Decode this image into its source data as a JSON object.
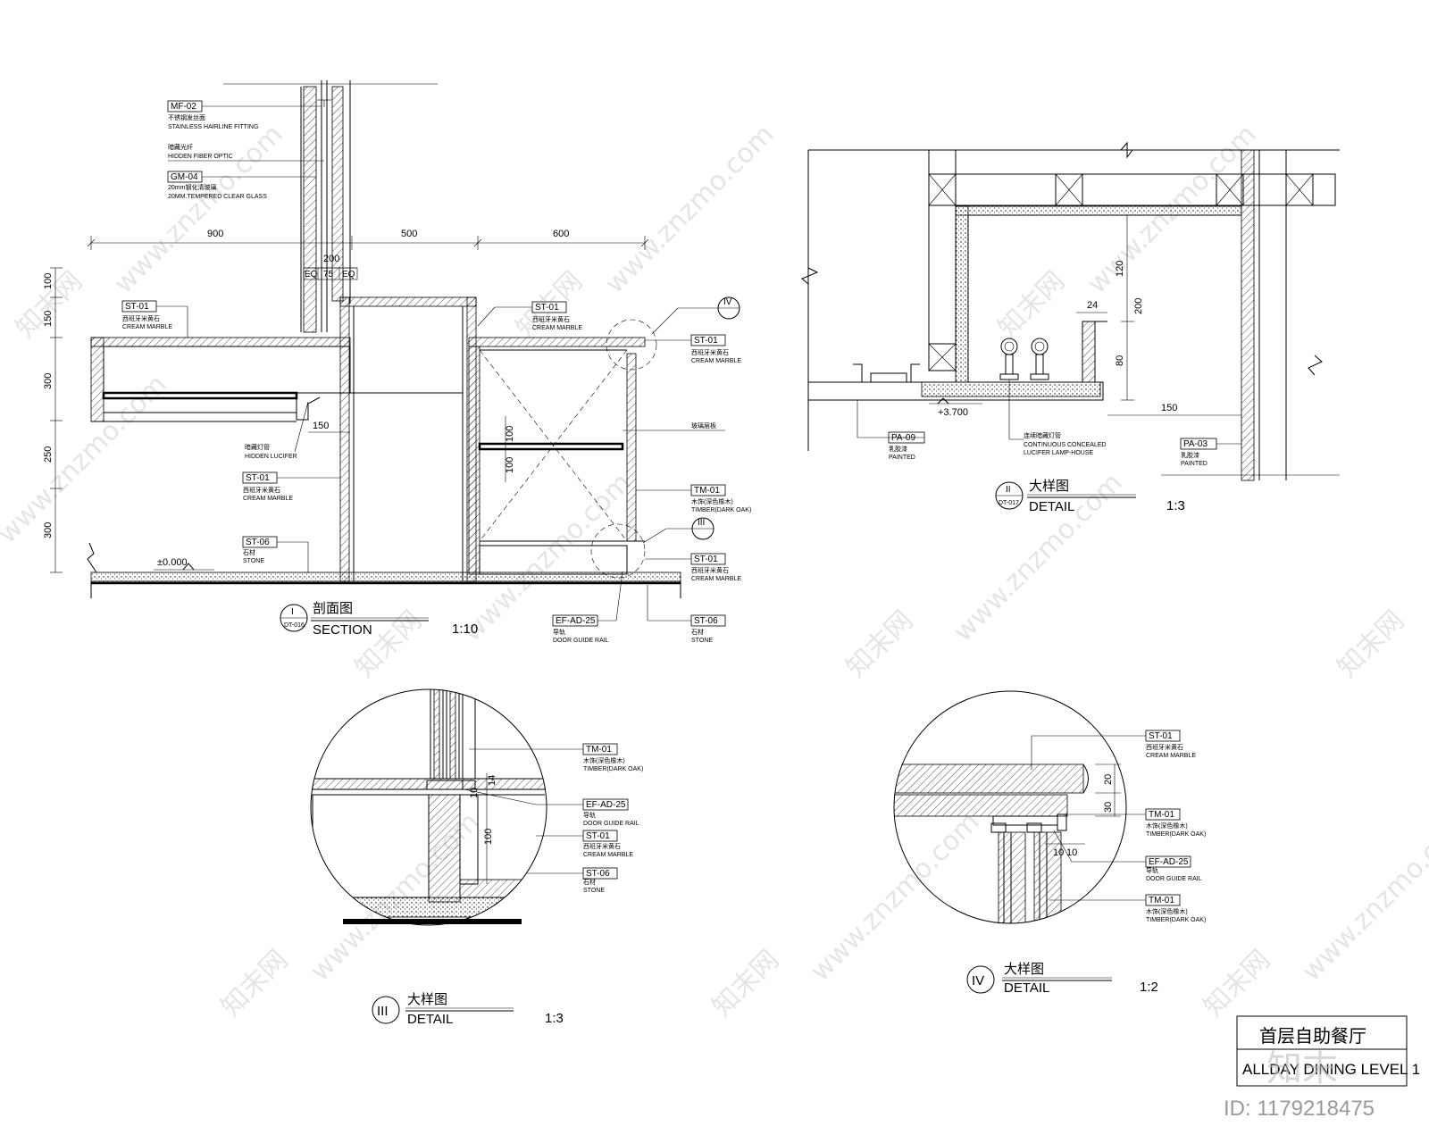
{
  "title_block": {
    "cn": "首层自助餐厅",
    "en": "ALLDAY DINING LEVEL 1"
  },
  "footer_id": "ID: 1179218475",
  "watermark": {
    "url": "www.znzmo.com",
    "cn": "知末网",
    "logo": "知末"
  },
  "drawings": {
    "section": {
      "num": "I",
      "ref": "DT-016",
      "cn": "剖面图",
      "en": "SECTION",
      "scale": "1:10"
    },
    "detail2": {
      "num": "II",
      "ref": "DT-017",
      "cn": "大样图",
      "en": "DETAIL",
      "scale": "1:3"
    },
    "detail3": {
      "num": "III",
      "cn": "大样图",
      "en": "DETAIL",
      "scale": "1:3"
    },
    "detail4": {
      "num": "IV",
      "cn": "大样图",
      "en": "DETAIL",
      "scale": "1:2"
    }
  },
  "callouts": {
    "iv": "IV",
    "iii": "III"
  },
  "dims": {
    "top": [
      "900",
      "500",
      "600"
    ],
    "gap": "200",
    "eq": [
      "EQ",
      "75",
      "EQ"
    ],
    "left": [
      "100",
      "150",
      "300",
      "250",
      "300"
    ],
    "lucifer": "150",
    "shelf": [
      "100",
      "100"
    ],
    "d2_top": [
      "120",
      "200",
      "80"
    ],
    "d2_w": "24",
    "d2_bottom": "150",
    "d3": [
      "14",
      "10",
      "100"
    ],
    "d4": [
      "20",
      "30",
      "10",
      "10"
    ]
  },
  "levels": {
    "floor": "±0.000",
    "ceiling": "+3.700"
  },
  "tags": {
    "mf02": {
      "code": "MF-02",
      "cn": "不锈钢发丝面",
      "en": "STAINLESS HAIRLINE FITTING"
    },
    "fiber": {
      "cn": "暗藏光纤",
      "en": "HIDDEN FIBER OPTIC"
    },
    "gm04": {
      "code": "GM-04",
      "cn": "20mm钢化清玻璃",
      "en": "20MM.TEMPERED CLEAR GLASS"
    },
    "st01": {
      "code": "ST-01",
      "cn": "西班牙米黄石",
      "en": "CREAM MARBLE"
    },
    "lucifer": {
      "cn": "暗藏灯管",
      "en": "HIDDEN LUCIFER"
    },
    "st06": {
      "code": "ST-06",
      "cn": "石材",
      "en": "STONE"
    },
    "tm01": {
      "code": "TM-01",
      "cn": "木饰(深色橡木)",
      "en": "TIMBER(DARK OAK)"
    },
    "ef": {
      "code": "EF-AD-25",
      "cn": "导轨",
      "en": "DOOR GUIDE RAIL"
    },
    "glass": {
      "cn": "玻璃层板"
    },
    "pa09": {
      "code": "PA-09",
      "cn": "乳胶漆",
      "en": "PAINTED"
    },
    "pa03": {
      "code": "PA-03",
      "cn": "乳胶漆",
      "en": "PAINTED"
    },
    "lamp": {
      "cn": "连续暗藏灯管",
      "en1": "CONTINUOUS CONCEALED",
      "en2": "LUCIFER LAMP-HOUSE"
    }
  }
}
